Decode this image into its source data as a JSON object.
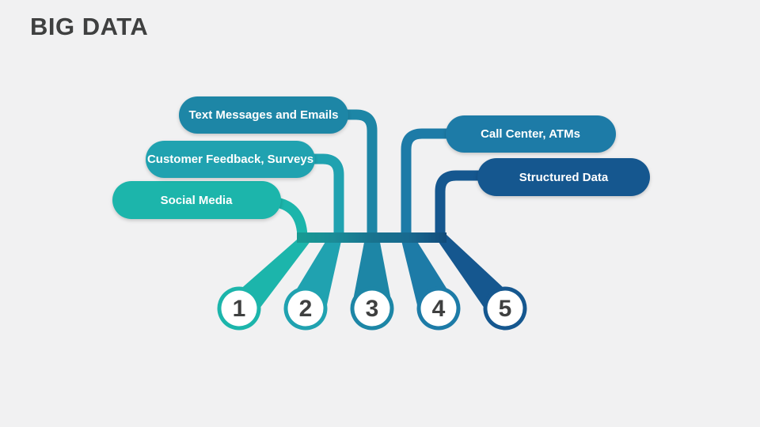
{
  "slide": {
    "title": "BIG DATA",
    "background_color": "#f1f1f2",
    "title_color": "#3f4040",
    "number_text_color": "#3f4040"
  },
  "items": [
    {
      "number": "1",
      "label": "Social Media",
      "color": "#1cb5ab"
    },
    {
      "number": "2",
      "label": "Customer Feedback, Surveys",
      "color": "#20a2b0"
    },
    {
      "number": "3",
      "label": "Text Messages and Emails",
      "color": "#1d86a6"
    },
    {
      "number": "4",
      "label": "Call Center, ATMs",
      "color": "#1d7ba7"
    },
    {
      "number": "5",
      "label": "Structured Data",
      "color": "#15578f"
    }
  ]
}
